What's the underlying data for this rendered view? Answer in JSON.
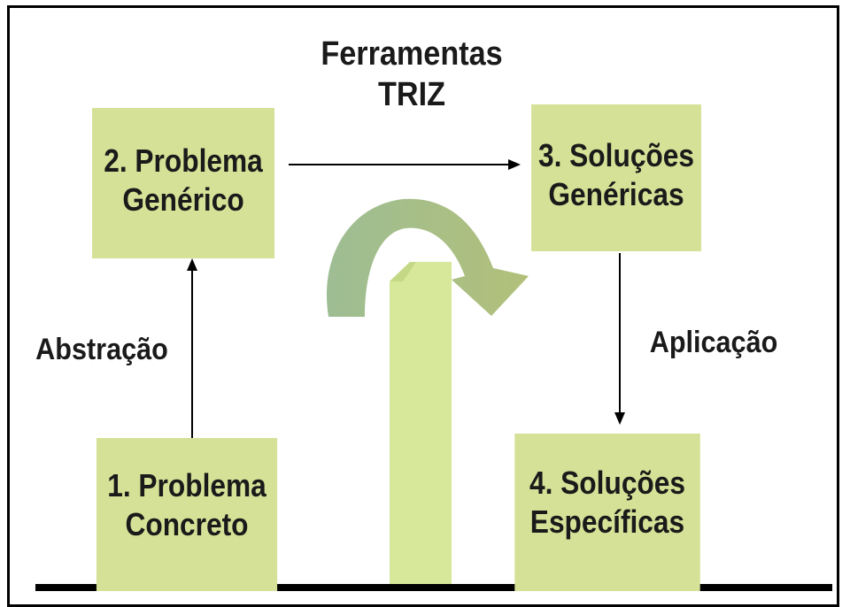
{
  "title": "Ferramentas\nTRIZ",
  "boxes": {
    "generic_problem": "2. Problema\nGenérico",
    "generic_solutions": "3. Soluções\nGenéricas",
    "concrete_problem": "1. Problema\nConcreto",
    "specific_solutions": "4. Soluções\nEspecíficas"
  },
  "labels": {
    "abstraction": "Abstração",
    "application": "Aplicação"
  },
  "colors": {
    "box_fill": "#d5e196",
    "curved_arrow_start": "#9dbd93",
    "curved_arrow_end": "#b2c07a",
    "stem_fill": "#d8e89a"
  }
}
